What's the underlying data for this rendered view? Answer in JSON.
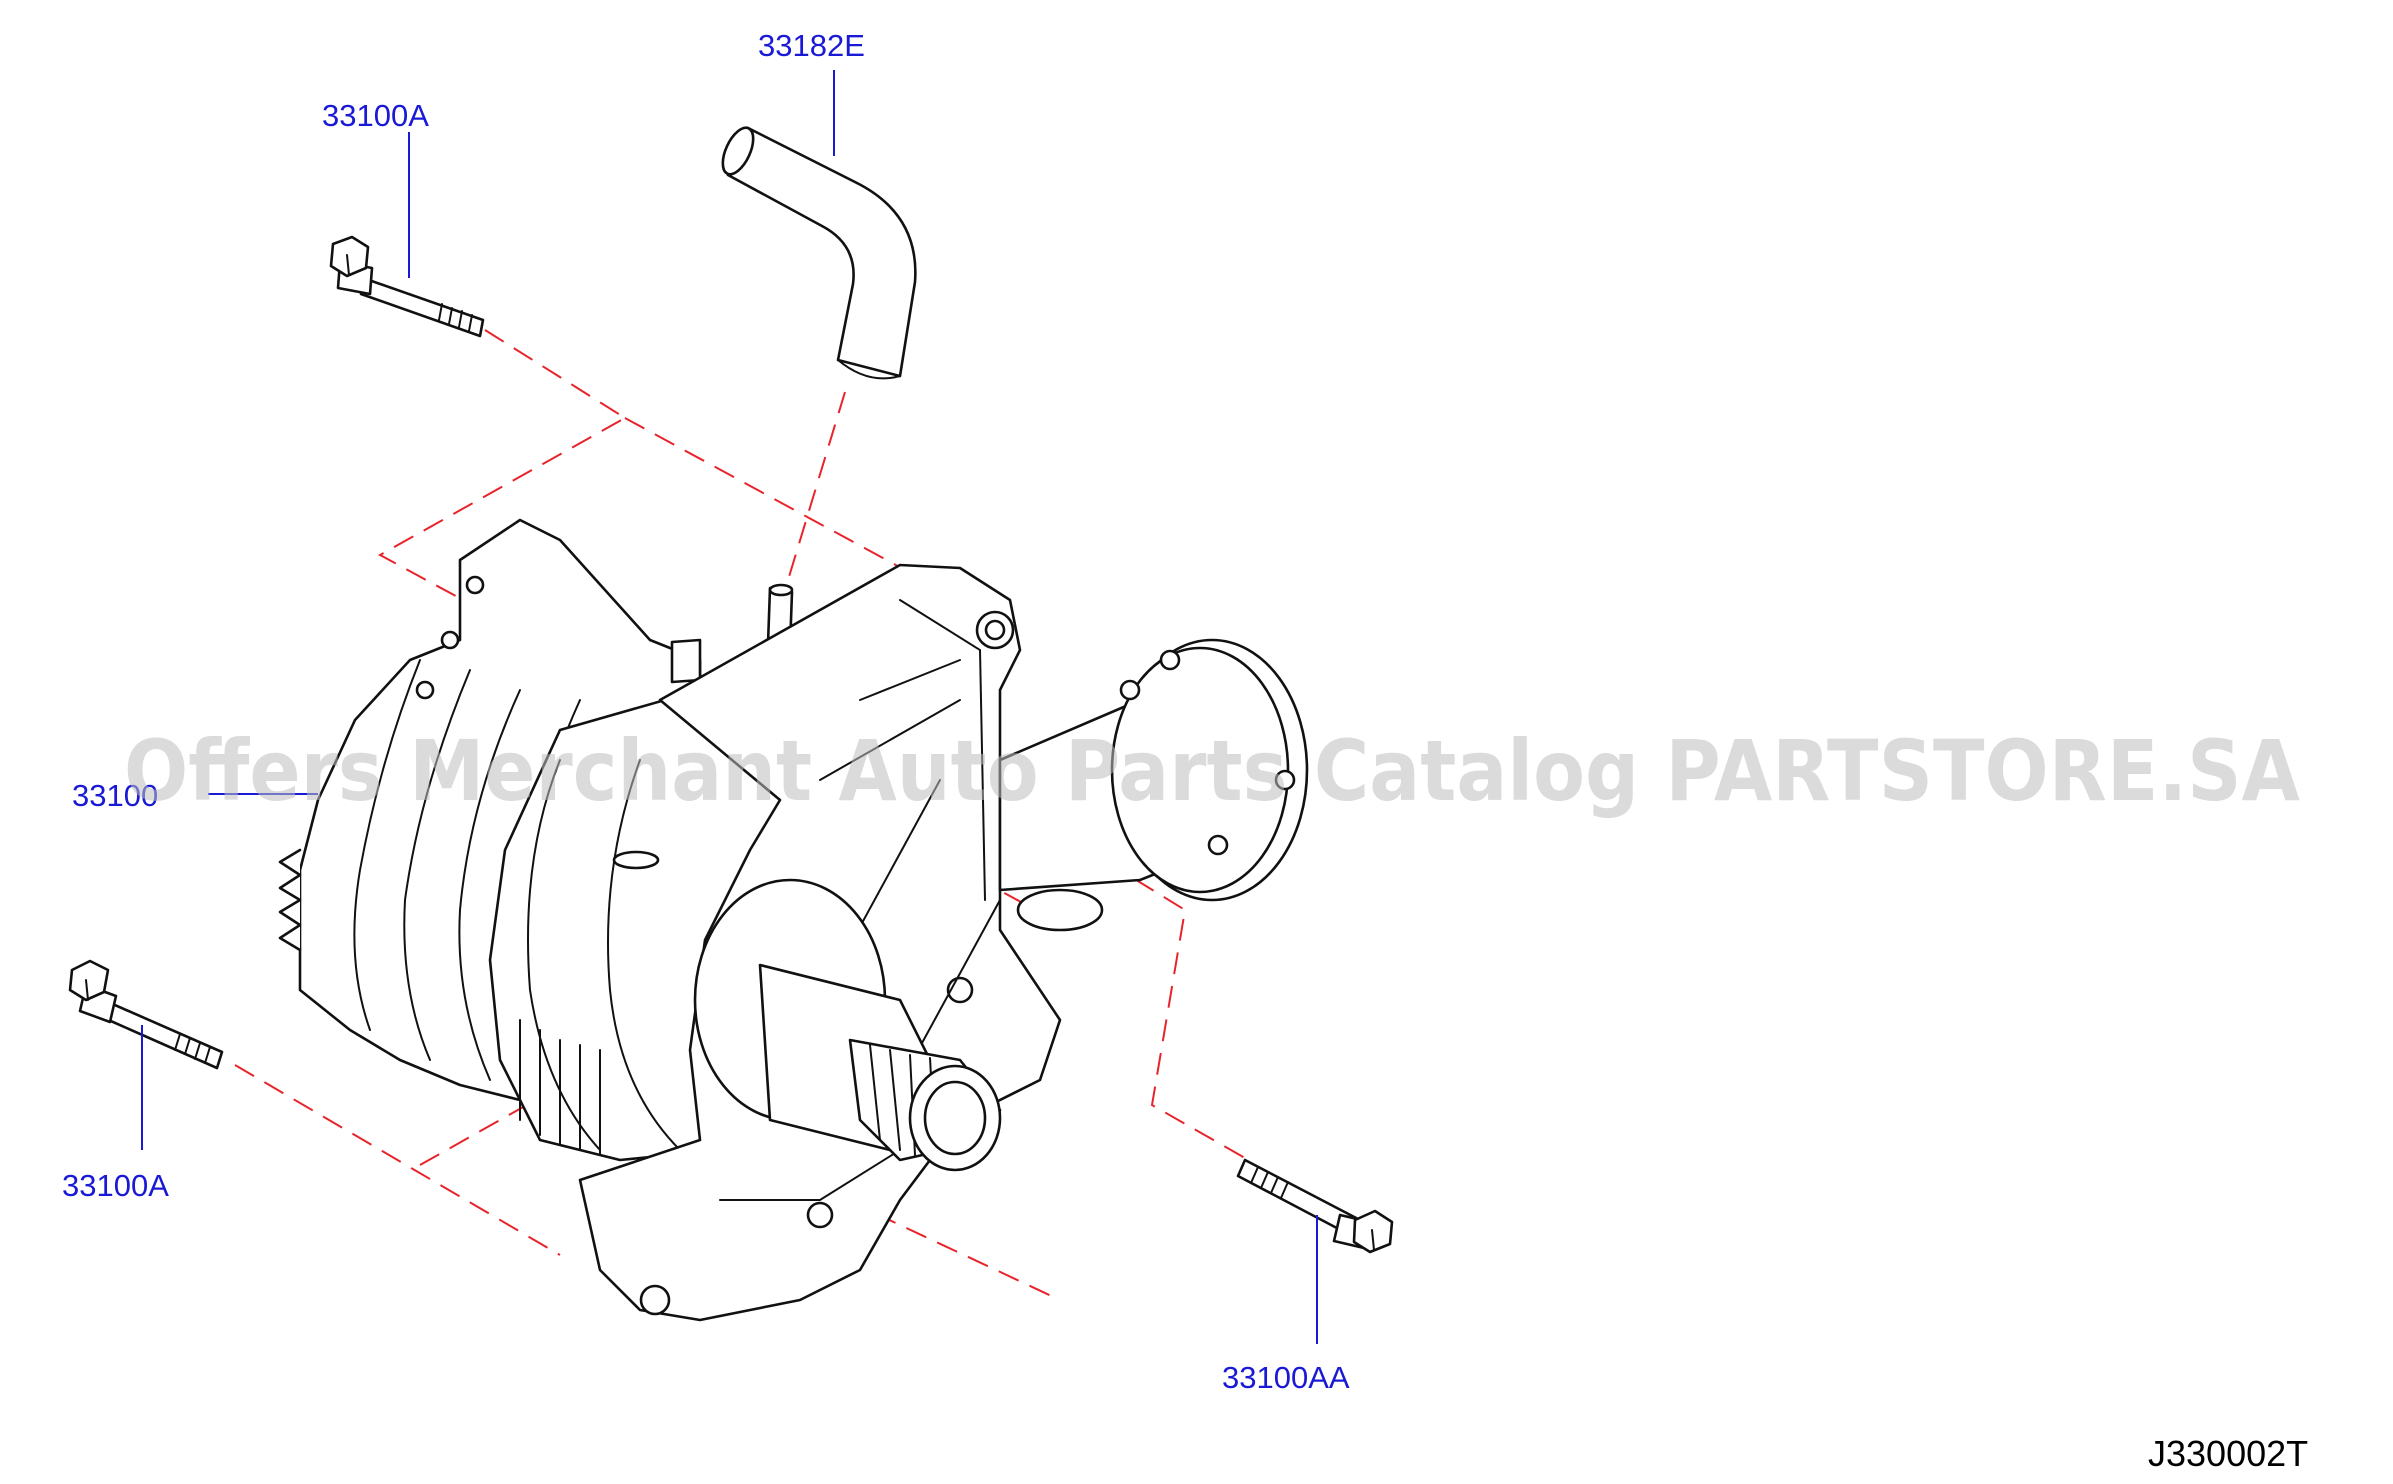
{
  "callouts": {
    "hose_top": "33182E",
    "bolt_upper_left": "33100A",
    "assembly": "33100",
    "bolt_lower_left": "33100A",
    "bolt_lower_right": "33100AA"
  },
  "watermark": "Offers Merchant Auto Parts Catalog PARTSTORE.SA",
  "figure_code": "J330002T",
  "colors": {
    "callout": "#1a1ad6",
    "dash": "#e8242b",
    "line": "#111111"
  }
}
